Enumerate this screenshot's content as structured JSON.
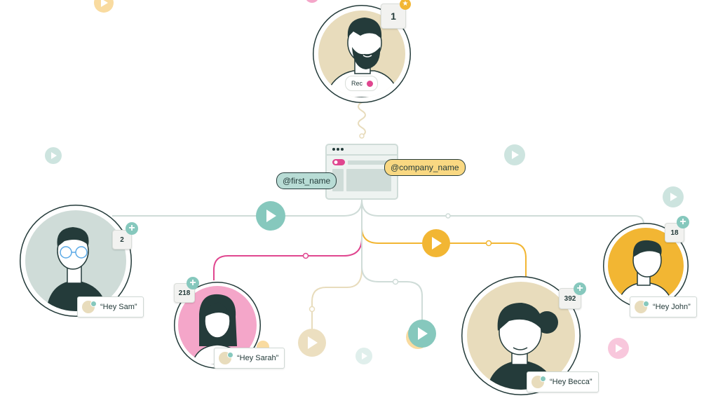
{
  "colors": {
    "ink": "#243b3a",
    "teal": "#86c8bd",
    "teal_light": "#cde4df",
    "yellow": "#f2b633",
    "pink": "#e0468f",
    "pink_light": "#f4a6c9",
    "beige": "#e8dcbc",
    "line_grey": "#cfdcd8"
  },
  "top_person": {
    "badge": "1",
    "badge_star_icon": "star-icon",
    "rec_label": "Rec"
  },
  "browser_window": {
    "tags": [
      "@first_name",
      "@company_name"
    ]
  },
  "recipients": [
    {
      "id": "sam",
      "badge": "2",
      "greeting": "“Hey Sam”"
    },
    {
      "id": "sarah",
      "badge": "218",
      "greeting": "“Hey Sarah”"
    },
    {
      "id": "becca",
      "badge": "392",
      "greeting": "“Hey Becca”"
    },
    {
      "id": "john",
      "badge": "18",
      "greeting": "“Hey John”"
    }
  ],
  "icons": [
    "play-icon",
    "plus-icon",
    "star-icon",
    "record-dot-icon"
  ]
}
